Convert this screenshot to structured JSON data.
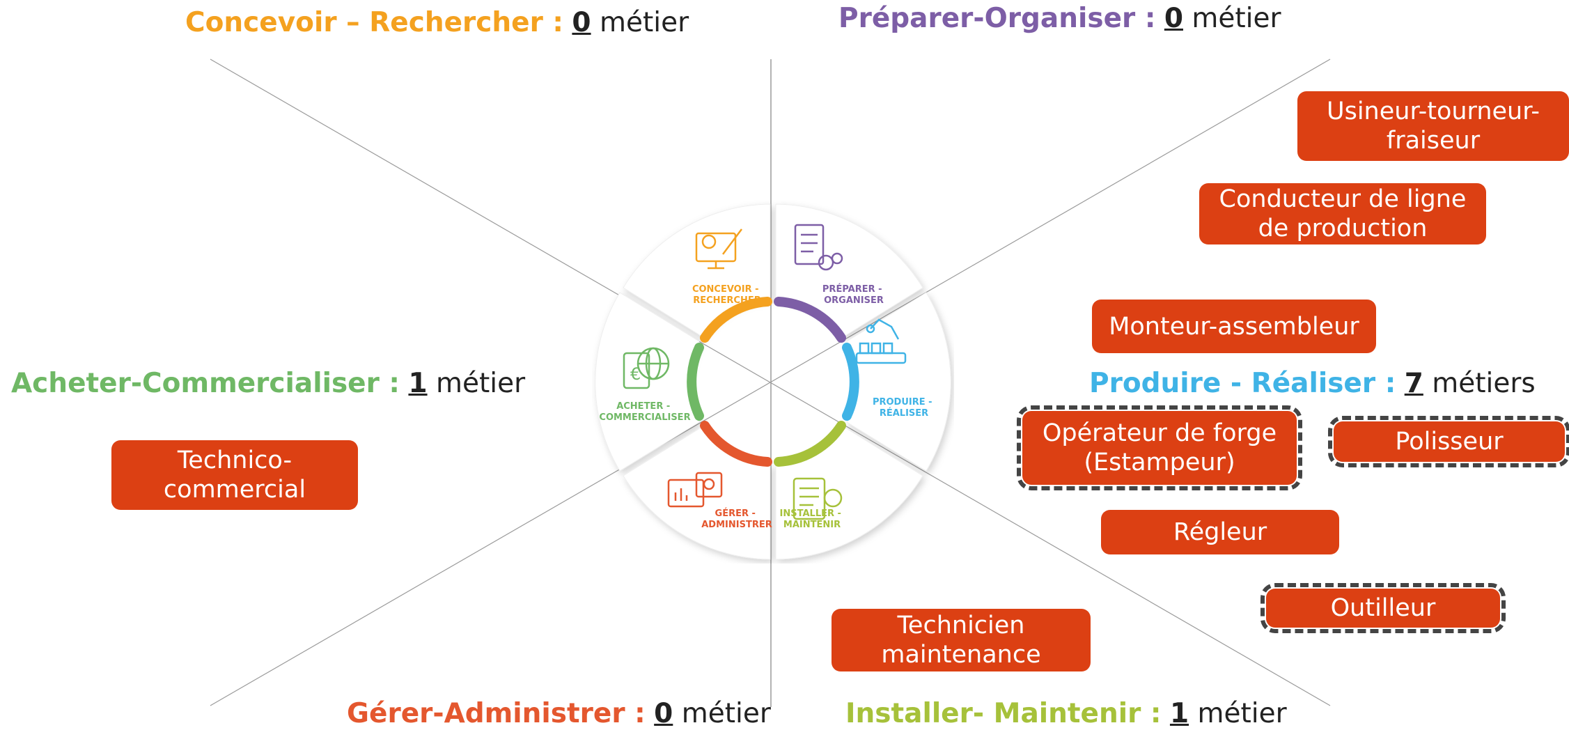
{
  "headings": {
    "concevoir": {
      "label": "Concevoir – Rechercher :",
      "count": "0",
      "suffix": "métier",
      "color": "#f4a11f"
    },
    "preparer": {
      "label": "Préparer-Organiser :",
      "count": "0",
      "suffix": "métier",
      "color": "#7d5ea6"
    },
    "acheter": {
      "label": "Acheter-Commercialiser :",
      "count": "1",
      "suffix": "métier",
      "color": "#6fb865"
    },
    "produire": {
      "label": "Produire - Réaliser :",
      "count": "7",
      "suffix": "métiers",
      "color": "#3fb3e6"
    },
    "gerer": {
      "label": "Gérer-Administrer :",
      "count": "0",
      "suffix": "métier",
      "color": "#e4572e"
    },
    "installer": {
      "label": "Installer- Maintenir :",
      "count": "1",
      "suffix": "métier",
      "color": "#a6c13a"
    }
  },
  "jobs": {
    "usineur": "Usineur-tourneur-\nfraiseur",
    "conducteur": "Conducteur de ligne\nde production",
    "monteur": "Monteur-assembleur",
    "operateur": "Opérateur de forge\n(Estampeur)",
    "polisseur": "Polisseur",
    "regleur": "Régleur",
    "outilleur": "Outilleur",
    "technicien": "Technicien\nmaintenance",
    "technico": "Technico-\ncommercial"
  },
  "wheel": {
    "concevoir": [
      "CONCEVOIR -",
      "RECHERCHER"
    ],
    "preparer": [
      "PRÉPARER -",
      "ORGANISER"
    ],
    "produire": [
      "PRODUIRE -",
      "RÉALISER"
    ],
    "installer": [
      "INSTALLER -",
      "MAINTENIR"
    ],
    "gerer": [
      "GÉRER -",
      "ADMINISTRER"
    ],
    "acheter": [
      "ACHETER -",
      "COMMERCIALISER"
    ]
  },
  "colors": {
    "job_box": "#dc4013",
    "dash": "#444444",
    "divider": "#9a9a9a"
  }
}
